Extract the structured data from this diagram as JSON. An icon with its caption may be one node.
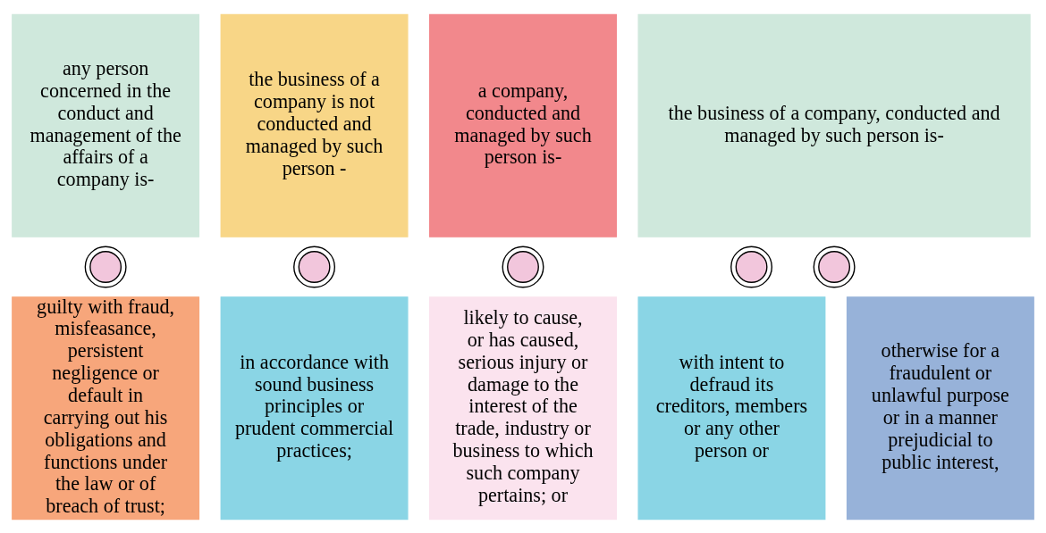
{
  "diagram": {
    "nodes": [
      {
        "text": [
          "any person concerned in the conduct and management of the affairs of a company is-"
        ]
      },
      {
        "text": [
          "the business of a company is not conducted and managed by such person -"
        ]
      },
      {
        "text": [
          "a company, conducted and managed by such person is-"
        ]
      },
      {
        "text": [
          "the business of a company, conducted and managed by such person is-"
        ]
      },
      {
        "text": [],
        "shape": "circle"
      },
      {
        "text": [],
        "shape": "circle"
      },
      {
        "text": [],
        "shape": "circle"
      },
      {
        "text": [],
        "shape": "circle"
      },
      {
        "text": [],
        "shape": "circle"
      },
      {
        "text": [
          "guilty with fraud, misfeasance, persistent negligence or default in carrying out his obligations and functions under the law or of breach of trust;"
        ]
      },
      {
        "text": [
          "in accordance with sound business principles or prudent commercial practices;"
        ]
      },
      {
        "text": [
          "likely to cause, or has caused, serious injury or damage to the interest of the trade, industry or business to which such company pertains; or"
        ]
      },
      {
        "text": [
          "with intent to defraud its creditors, members or any other person or"
        ]
      },
      {
        "text": [
          "otherwise for a fraudulent or unlawful purpose or in a manner prejudicial to public interest,"
        ]
      }
    ],
    "edges": []
  }
}
